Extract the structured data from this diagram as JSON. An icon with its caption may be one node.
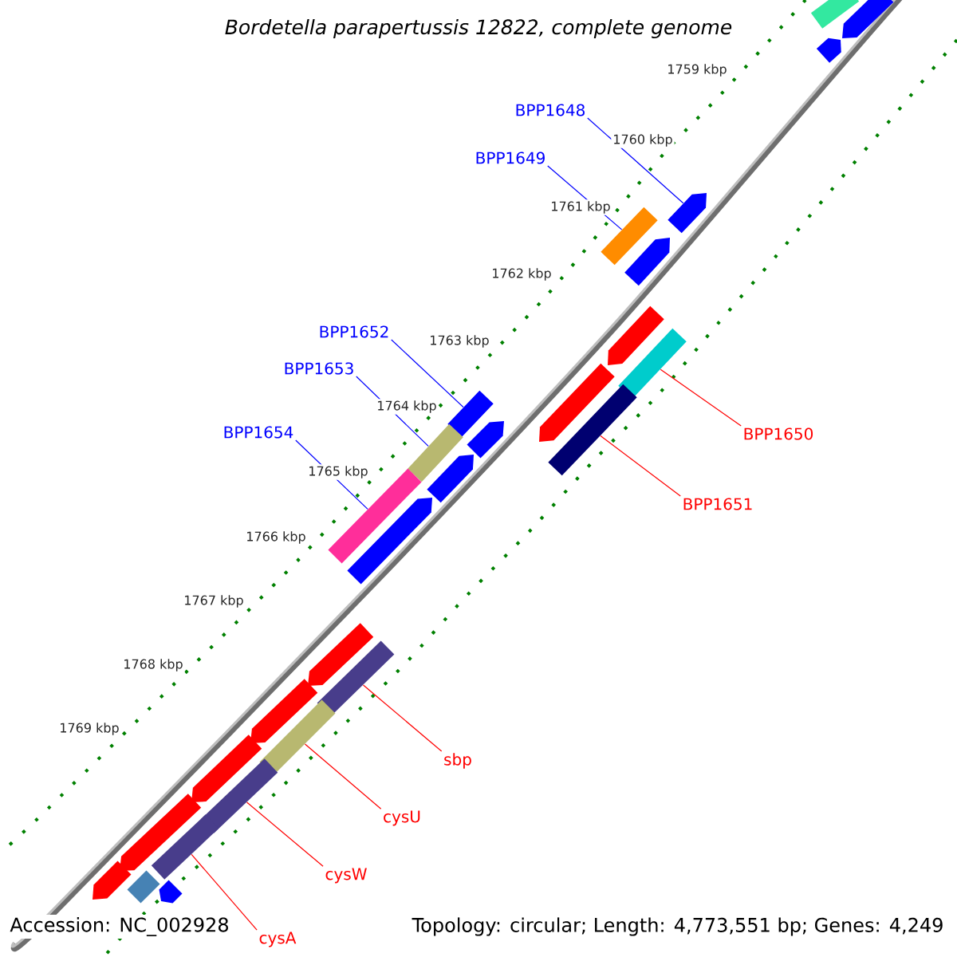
{
  "diagram": {
    "title": "Bordetella parapertussis 12822, complete genome",
    "nodes": [
      {
        "text": [
          "BPP1648"
        ]
      },
      {
        "text": [
          "BPP1649"
        ]
      },
      {
        "text": [
          "BPP1652"
        ]
      },
      {
        "text": [
          "BPP1653"
        ]
      },
      {
        "text": [
          "BPP1654"
        ]
      },
      {
        "text": [
          "BPP1650"
        ]
      },
      {
        "text": [
          "BPP1651"
        ]
      },
      {
        "text": [
          "sbp"
        ]
      },
      {
        "text": [
          "cysU"
        ]
      },
      {
        "text": [
          "cysW"
        ]
      },
      {
        "text": [
          "cysA"
        ]
      },
      {
        "text": [],
        "shape": "box"
      },
      {
        "text": [],
        "shape": "arrow"
      },
      {
        "text": [],
        "shape": "arrow"
      },
      {
        "text": [],
        "shape": "arrow"
      },
      {
        "text": [],
        "shape": "box"
      },
      {
        "text": [],
        "shape": "arrow"
      },
      {
        "text": [],
        "shape": "arrow"
      },
      {
        "text": [],
        "shape": "box"
      },
      {
        "text": [],
        "shape": "arrow"
      },
      {
        "text": [],
        "shape": "box"
      },
      {
        "text": [],
        "shape": "box"
      },
      {
        "text": [],
        "shape": "arrow"
      },
      {
        "text": [],
        "shape": "box"
      },
      {
        "text": [],
        "shape": "arrow"
      },
      {
        "text": [],
        "shape": "box"
      },
      {
        "text": [],
        "shape": "arrow"
      },
      {
        "text": [],
        "shape": "arrow"
      },
      {
        "text": [],
        "shape": "box"
      },
      {
        "text": [],
        "shape": "arrow"
      },
      {
        "text": [],
        "shape": "box"
      },
      {
        "text": [],
        "shape": "arrow"
      },
      {
        "text": [],
        "shape": "box"
      },
      {
        "text": [],
        "shape": "arrow"
      },
      {
        "text": [],
        "shape": "box"
      },
      {
        "text": [],
        "shape": "arrow"
      },
      {
        "text": [],
        "shape": "box"
      },
      {
        "text": [],
        "shape": "arrow"
      }
    ],
    "edges": [
      {
        "from": 0,
        "to": 14,
        "arrow": "none",
        "color": "#0000ff"
      },
      {
        "from": 1,
        "to": 15,
        "arrow": "none",
        "color": "#0000ff"
      },
      {
        "from": 2,
        "to": 21,
        "arrow": "none",
        "color": "#0000ff"
      },
      {
        "from": 3,
        "to": 23,
        "arrow": "none",
        "color": "#0000ff"
      },
      {
        "from": 4,
        "to": 25,
        "arrow": "none",
        "color": "#0000ff"
      },
      {
        "from": 5,
        "to": 18,
        "arrow": "none"
      },
      {
        "from": 6,
        "to": 20,
        "arrow": "none"
      },
      {
        "from": 7,
        "to": 28,
        "arrow": "none"
      },
      {
        "from": 8,
        "to": 30,
        "arrow": "none"
      },
      {
        "from": 9,
        "to": 32,
        "arrow": "none"
      },
      {
        "from": 10,
        "to": 34,
        "arrow": "none"
      }
    ],
    "labels": [
      "1759 kbp",
      "1760 kbp",
      "1761 kbp",
      "1762 kbp",
      "1763 kbp",
      "1764 kbp",
      "1765 kbp",
      "1766 kbp",
      "1767 kbp",
      "1768 kbp",
      "1769 kbp",
      "Accession: NC_002928",
      "Topology: circular; Length: 4,773,551 bp; Genes: 4,249"
    ]
  }
}
